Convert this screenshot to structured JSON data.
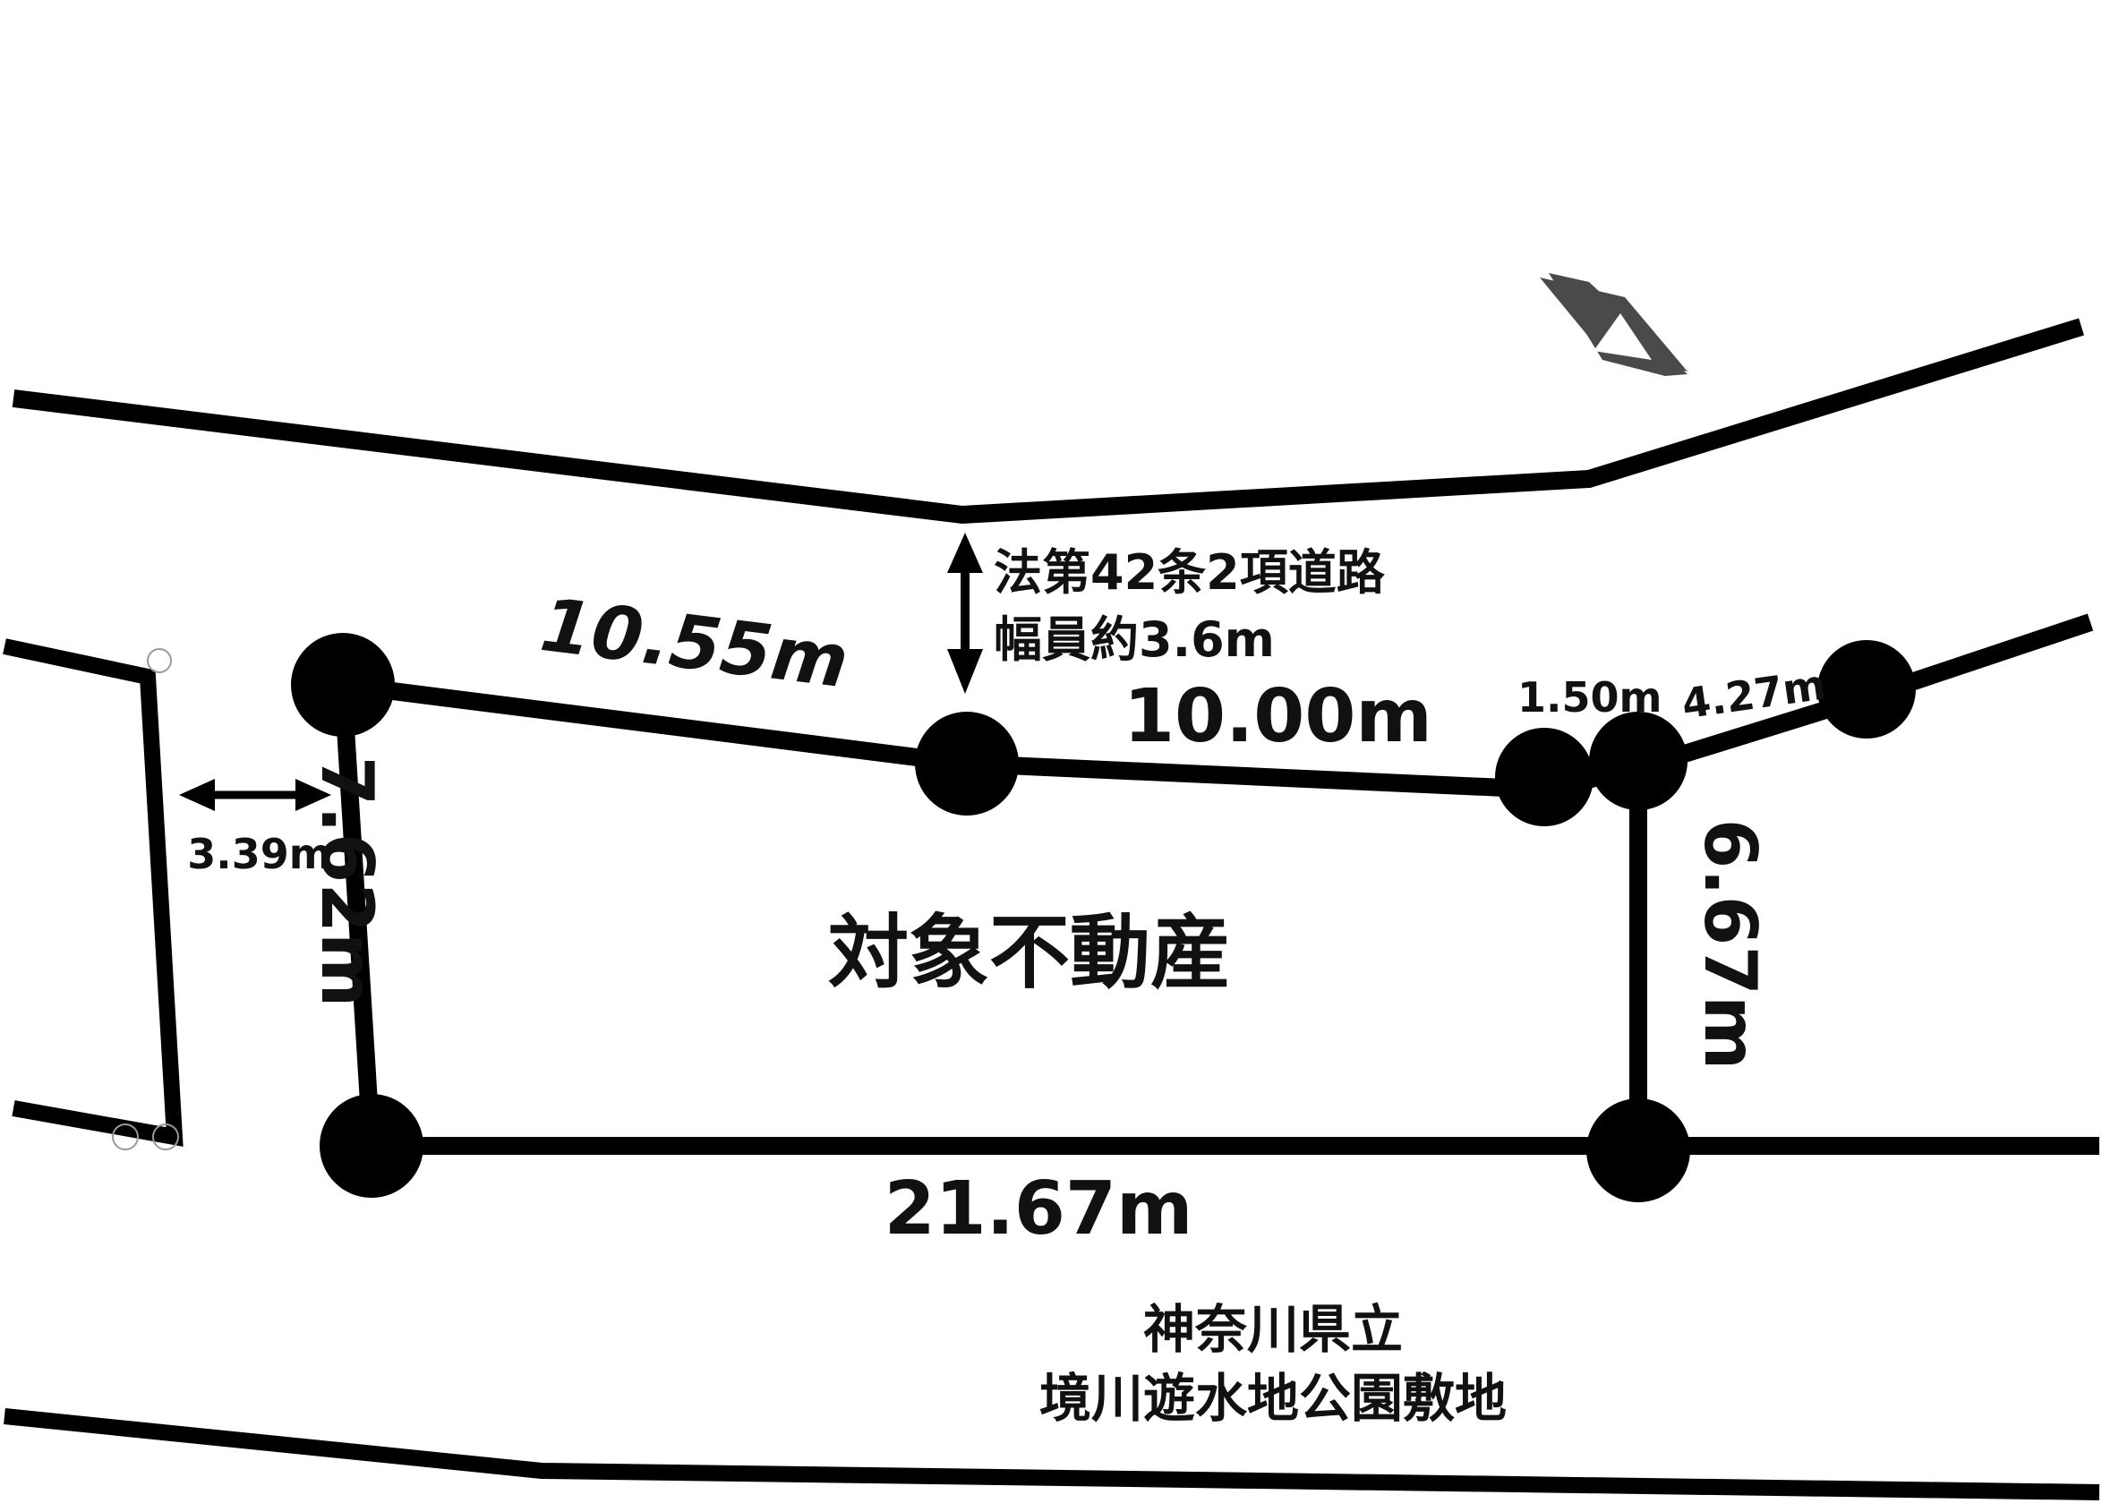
{
  "road": {
    "name": "法第42条2項道路",
    "width": "幅員約3.6m"
  },
  "property": {
    "label": "対象不動産"
  },
  "dimensions": {
    "top_left": "10.55m",
    "top_mid": "10.00m",
    "top_small": "1.50m",
    "top_right": "4.27m",
    "left": "7.62m",
    "right": "6.67m",
    "bottom": "21.67m",
    "setback": "3.39m"
  },
  "park": {
    "line1": "神奈川県立",
    "line2": "境川遊水地公園敷地"
  },
  "north_icon": "north-arrow-icon",
  "colors": {
    "line": "#000000",
    "compass": "#4a4a4a"
  }
}
